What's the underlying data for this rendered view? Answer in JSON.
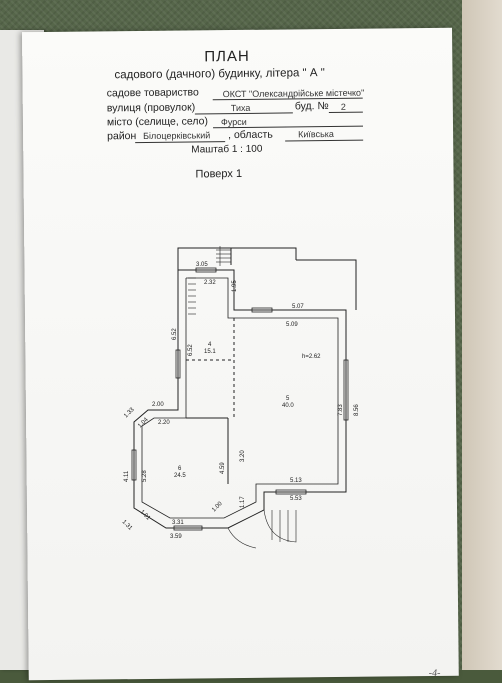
{
  "header": {
    "title": "ПЛАН",
    "subtitle": "садового (дачного) будинку, літера \" А \""
  },
  "fields": {
    "society_label": "садове товариство",
    "society_value": "ОКСТ \"Олександрійське містечко\"",
    "street_label": "вулиця (провулок)",
    "street_value": "Тиха",
    "house_label": "буд. №",
    "house_value": "2",
    "city_label": "місто (селище, село)",
    "city_value": "Фурси",
    "district_label": "район",
    "district_value": "Білоцерківський",
    "oblast_label": ", область",
    "oblast_value": "Київська"
  },
  "scale": "Маштаб 1 : 100",
  "floor": "Поверх 1",
  "plan": {
    "dims": {
      "d305": "3.05",
      "d232": "2.32",
      "d195": "1.95",
      "d507": "5.07",
      "d509": "5.09",
      "d652a": "6.52",
      "d652b": "6.52",
      "h": "h=2.62",
      "d200": "2.00",
      "d220": "2.20",
      "d133": "1.33",
      "d104": "1.04",
      "d783": "7.83",
      "d856": "8.56",
      "d320": "3.20",
      "d459": "4.59",
      "d411": "4.11",
      "d528": "5.28",
      "d513": "5.13",
      "d553": "5.53",
      "d117": "1.17",
      "d101": "1.01",
      "d100": "1.00",
      "d331": "3.31",
      "d131": "1.31",
      "d359": "3.59"
    },
    "rooms": [
      {
        "num": "4",
        "area": "15.1"
      },
      {
        "num": "5",
        "area": "40.0"
      },
      {
        "num": "6",
        "area": "24.5"
      }
    ]
  },
  "page_number": "-4-"
}
